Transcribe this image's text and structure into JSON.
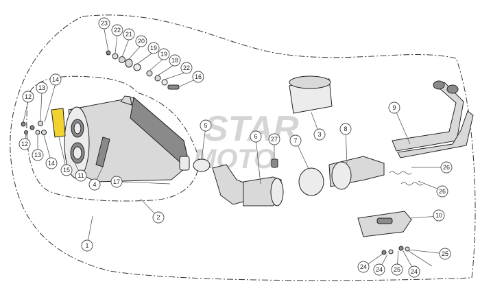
{
  "diagram": {
    "watermark": {
      "line1": "STAR",
      "line2": "MOTO"
    },
    "callouts": [
      {
        "id": "c23",
        "label": "23"
      },
      {
        "id": "c22a",
        "label": "22"
      },
      {
        "id": "c21",
        "label": "21"
      },
      {
        "id": "c20",
        "label": "20"
      },
      {
        "id": "c19a",
        "label": "19"
      },
      {
        "id": "c19b",
        "label": "19"
      },
      {
        "id": "c18",
        "label": "18"
      },
      {
        "id": "c22b",
        "label": "22"
      },
      {
        "id": "c16",
        "label": "16"
      },
      {
        "id": "c14a",
        "label": "14"
      },
      {
        "id": "c13a",
        "label": "13"
      },
      {
        "id": "c12a",
        "label": "12"
      },
      {
        "id": "c12b",
        "label": "12"
      },
      {
        "id": "c13b",
        "label": "13"
      },
      {
        "id": "c14b",
        "label": "14"
      },
      {
        "id": "c15",
        "label": "15"
      },
      {
        "id": "c11",
        "label": "11"
      },
      {
        "id": "c4",
        "label": "4"
      },
      {
        "id": "c17",
        "label": "17"
      },
      {
        "id": "c2",
        "label": "2"
      },
      {
        "id": "c1",
        "label": "1"
      },
      {
        "id": "c5",
        "label": "5"
      },
      {
        "id": "c6",
        "label": "6"
      },
      {
        "id": "c27",
        "label": "27"
      },
      {
        "id": "c7",
        "label": "7"
      },
      {
        "id": "c3",
        "label": "3"
      },
      {
        "id": "c8",
        "label": "8"
      },
      {
        "id": "c9",
        "label": "9"
      },
      {
        "id": "c26a",
        "label": "26"
      },
      {
        "id": "c26b",
        "label": "26"
      },
      {
        "id": "c10",
        "label": "10"
      },
      {
        "id": "c25a",
        "label": "25"
      },
      {
        "id": "c24a",
        "label": "24"
      },
      {
        "id": "c24b",
        "label": "24"
      },
      {
        "id": "c25b",
        "label": "25"
      },
      {
        "id": "c24c",
        "label": "24"
      }
    ]
  }
}
